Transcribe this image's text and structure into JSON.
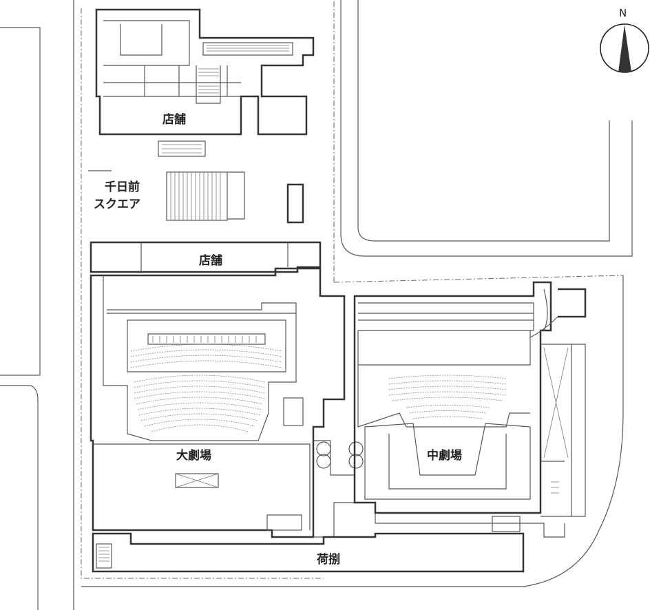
{
  "compass": {
    "label": "N",
    "icon": "north-arrow-icon"
  },
  "labels": {
    "shop_north": "店舗",
    "square_line1": "千日前",
    "square_line2": "スクエア",
    "shop_south": "店舗",
    "main_theater": "大劇場",
    "middle_theater": "中劇場",
    "loading": "荷捌"
  }
}
